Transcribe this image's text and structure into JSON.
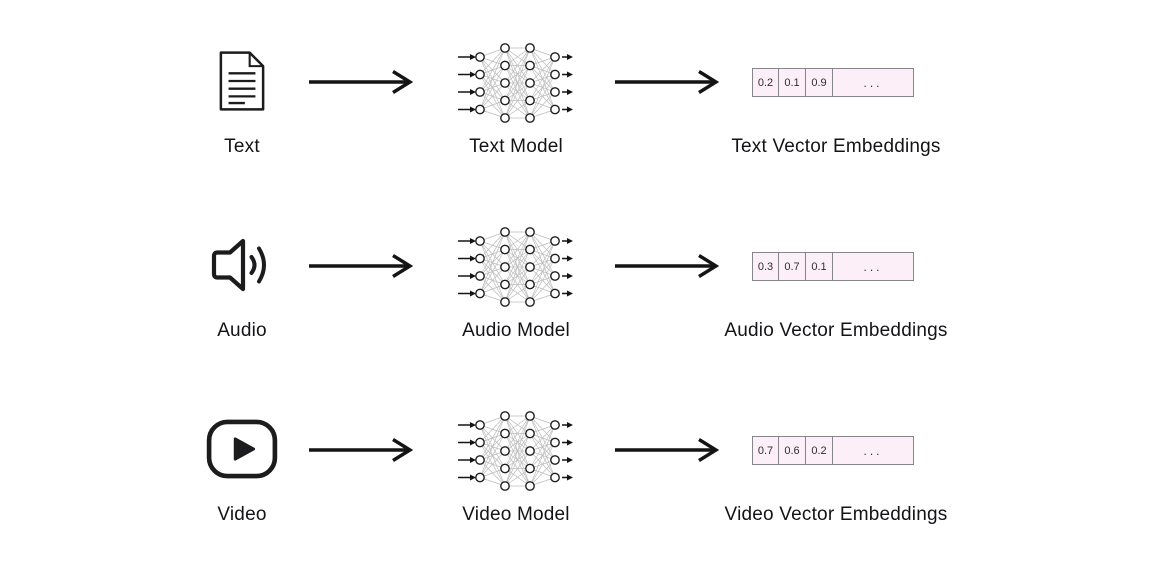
{
  "diagram": {
    "title_semantic": "multimodal vector embeddings pipeline",
    "colors": {
      "background": "#ffffff",
      "icon_stroke": "#1c1c1e",
      "arrow": "#141414",
      "nn_link": "#bcbcbc",
      "nn_node_fill": "#ffffff",
      "nn_node_stroke": "#1f1f1f",
      "cell_fill": "#fdeff8",
      "cell_border": "#85858c",
      "label_color": "#141418"
    },
    "rows": [
      {
        "modality": "text",
        "input_label": "Text",
        "model_label": "Text Model",
        "embedding_label": "Text Vector Embeddings",
        "embedding_values": [
          "0.2",
          "0.1",
          "0.9",
          "..."
        ]
      },
      {
        "modality": "audio",
        "input_label": "Audio",
        "model_label": "Audio Model",
        "embedding_label": "Audio Vector Embeddings",
        "embedding_values": [
          "0.3",
          "0.7",
          "0.1",
          "..."
        ]
      },
      {
        "modality": "video",
        "input_label": "Video",
        "model_label": "Video Model",
        "embedding_label": "Video Vector Embeddings",
        "embedding_values": [
          "0.7",
          "0.6",
          "0.2",
          "..."
        ]
      }
    ]
  }
}
